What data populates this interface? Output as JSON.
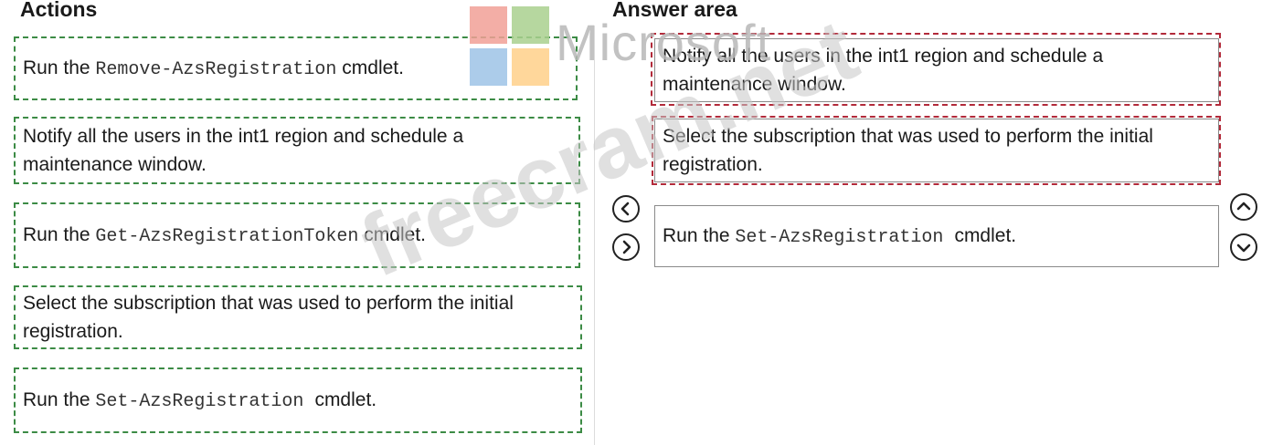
{
  "actions": {
    "heading": "Actions",
    "items": [
      {
        "prefix": "Run the ",
        "code": "Remove-AzsRegistration",
        "suffix": " cmdlet."
      },
      {
        "text": "Notify all the users in the int1 region and schedule a maintenance window."
      },
      {
        "prefix": "Run the ",
        "code": "Get-AzsRegistrationToken",
        "suffix": " cmdlet."
      },
      {
        "text": "Select the subscription that was used to perform the initial registration."
      },
      {
        "prefix": "Run the ",
        "code": "Set-AzsRegistration ",
        "suffix": " cmdlet."
      }
    ]
  },
  "answer_area": {
    "heading": "Answer area",
    "items": [
      {
        "text": "Notify all the users in the int1 region and schedule a maintenance window."
      },
      {
        "text": "Select the subscription that was used to perform the initial registration."
      },
      {
        "prefix": "Run the ",
        "code": "Set-AzsRegistration ",
        "suffix": " cmdlet."
      }
    ]
  },
  "watermarks": {
    "brand": "Microsoft",
    "site": "freecram.net"
  },
  "colors": {
    "action_border": "#3c8b45",
    "answer_highlight": "#b22a3a",
    "logo": [
      "#f1a097",
      "#a9d08e",
      "#9dc3e6",
      "#ffd08a"
    ]
  },
  "icons": {
    "move_left": "chevron-left-circle",
    "move_right": "chevron-right-circle",
    "move_up": "chevron-up-circle",
    "move_down": "chevron-down-circle"
  }
}
